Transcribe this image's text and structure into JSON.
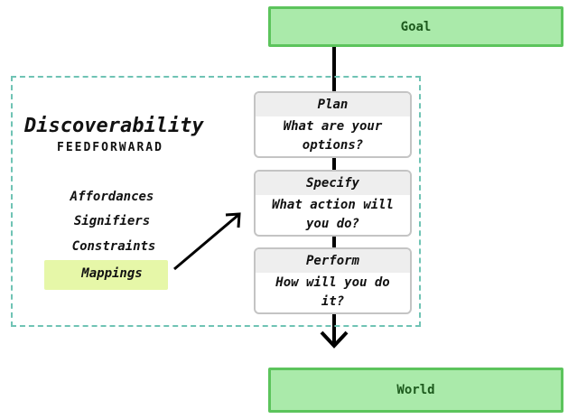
{
  "goal": "Goal",
  "world": "World",
  "discoverability": {
    "title": "Discoverability",
    "subtitle": "FEEDFORWARAD",
    "principles": [
      "Affordances",
      "Signifiers",
      "Constraints",
      "Mappings"
    ],
    "highlighted": "Mappings"
  },
  "stages": [
    {
      "title": "Plan",
      "line1": "What are your",
      "line2": "options?"
    },
    {
      "title": "Specify",
      "line1": "What action will",
      "line2": "you do?"
    },
    {
      "title": "Perform",
      "line1": "How will you do",
      "line2": "it?"
    }
  ],
  "colors": {
    "goal_fill": "#aaeaaa",
    "goal_border": "#5cc45c",
    "dashed_border": "#6fc3b4",
    "highlight": "#e6f7a8"
  }
}
